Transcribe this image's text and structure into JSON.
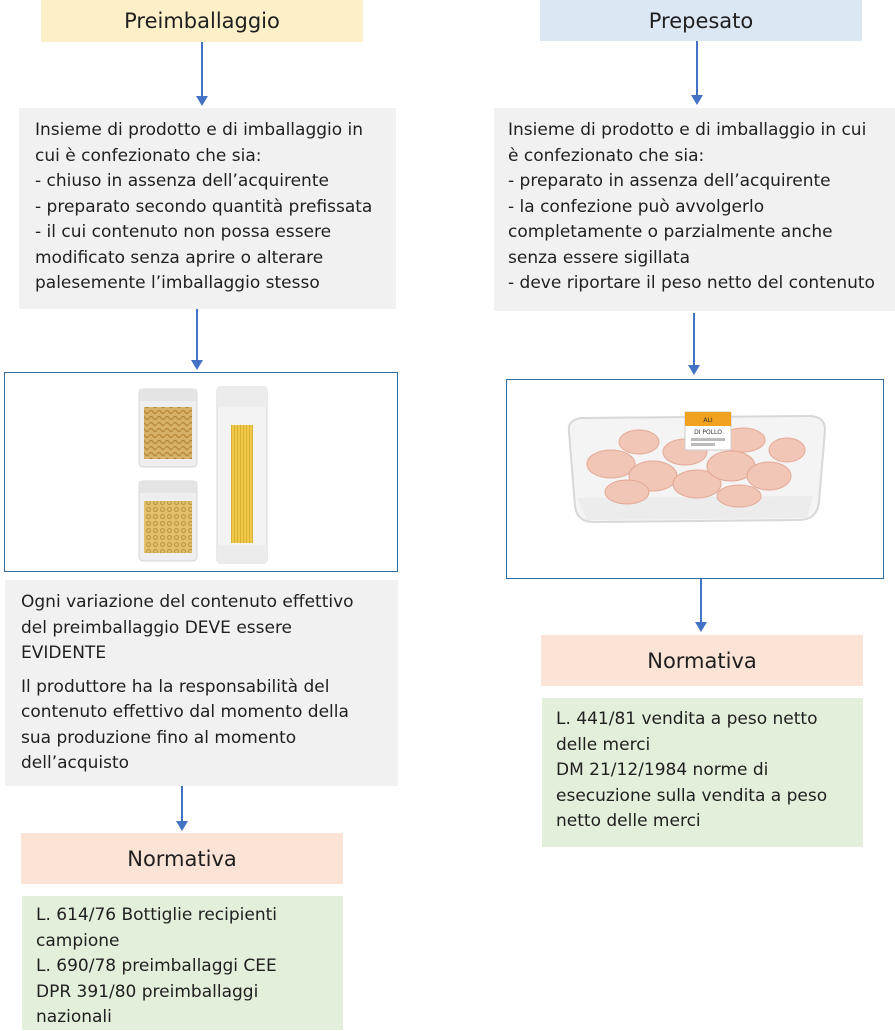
{
  "left": {
    "title": "Preimballaggio",
    "definition_lines": [
      "Insieme di prodotto e di imballaggio in",
      "cui è confezionato che sia:",
      "- chiuso in assenza dell’acquirente",
      "- preparato secondo quantità prefissata",
      "- il cui contenuto non possa essere",
      "modificato senza aprire o alterare",
      "palesemente l’imballaggio stesso"
    ],
    "note_p1_lines": [
      "Ogni variazione del contenuto effettivo",
      "del preimballaggio DEVE essere",
      "EVIDENTE"
    ],
    "note_p2_lines": [
      "Il produttore ha la responsabilità del",
      "contenuto effettivo dal momento della",
      "sua produzione fino al momento",
      "dell’acquisto"
    ],
    "normativa_title": "Normativa",
    "normativa_lines": [
      "L. 614/76 Bottiglie recipienti",
      "campione",
      "L. 690/78 preimballaggi CEE",
      "DPR 391/80 preimballaggi",
      "nazionali"
    ]
  },
  "right": {
    "title": "Prepesato",
    "definition_lines": [
      "Insieme di prodotto e di imballaggio in cui",
      "è confezionato che sia:",
      "- preparato in assenza dell’acquirente",
      "- la confezione può avvolgerlo",
      "completamente o parzialmente anche",
      "senza essere sigillata",
      "- deve riportare il peso netto del contenuto"
    ],
    "label_text_1": "ALI",
    "label_text_2": "DI POLLO",
    "normativa_title": "Normativa",
    "normativa_lines": [
      "L. 441/81 vendita a peso netto",
      "delle merci",
      "DM 21/12/1984 norme di",
      "esecuzione sulla vendita a peso",
      "netto delle merci"
    ]
  },
  "colors": {
    "title_left_bg": "#fdf0c8",
    "title_right_bg": "#dbe7f3",
    "text_box_bg": "#f1f1f1",
    "normativa_bg": "#fbe3d6",
    "law_box_bg": "#e2efda",
    "arrow": "#4472c4",
    "image_border": "#2e6aa3"
  }
}
